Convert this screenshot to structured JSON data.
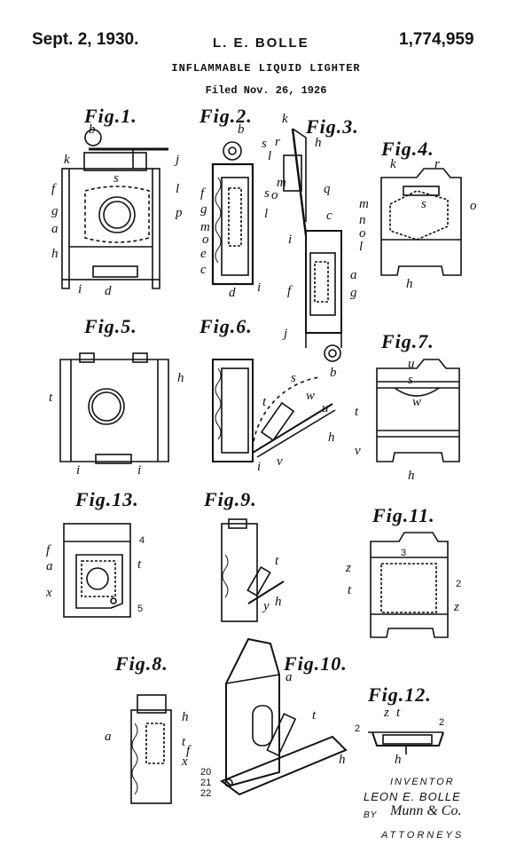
{
  "header": {
    "date": "Sept. 2, 1930.",
    "inventor_header": "L. E. BOLLE",
    "patent_number": "1,774,959",
    "title": "INFLAMMABLE LIQUID LIGHTER",
    "filed": "Filed Nov. 26, 1926"
  },
  "figures": [
    {
      "id": "fig1",
      "label": "Fig.1."
    },
    {
      "id": "fig2",
      "label": "Fig.2."
    },
    {
      "id": "fig3",
      "label": "Fig.3."
    },
    {
      "id": "fig4",
      "label": "Fig.4."
    },
    {
      "id": "fig5",
      "label": "Fig.5."
    },
    {
      "id": "fig6",
      "label": "Fig.6."
    },
    {
      "id": "fig7",
      "label": "Fig.7."
    },
    {
      "id": "fig13",
      "label": "Fig.13."
    },
    {
      "id": "fig9",
      "label": "Fig.9."
    },
    {
      "id": "fig11",
      "label": "Fig.11."
    },
    {
      "id": "fig8",
      "label": "Fig.8."
    },
    {
      "id": "fig10",
      "label": "Fig.10."
    },
    {
      "id": "fig12",
      "label": "Fig.12."
    }
  ],
  "reference_letters": {
    "fig1": [
      "b",
      "k",
      "j",
      "s",
      "f",
      "l",
      "g",
      "p",
      "a",
      "h",
      "i",
      "d"
    ],
    "fig2": [
      "b",
      "f",
      "s",
      "g",
      "l",
      "m",
      "o",
      "e",
      "c",
      "d",
      "i"
    ],
    "fig3": [
      "k",
      "s",
      "r",
      "h",
      "l",
      "m",
      "o",
      "q",
      "c",
      "i",
      "a",
      "f",
      "g",
      "j",
      "b"
    ],
    "fig4": [
      "k",
      "r",
      "m",
      "s",
      "o",
      "n",
      "o",
      "l",
      "h"
    ],
    "fig5": [
      "t",
      "h",
      "i",
      "i"
    ],
    "fig6": [
      "s",
      "w",
      "t",
      "u",
      "h",
      "i",
      "v"
    ],
    "fig7": [
      "u",
      "s",
      "w",
      "t",
      "v",
      "h"
    ],
    "fig13": [
      "f",
      "4",
      "a",
      "t",
      "x",
      "5"
    ],
    "fig9": [
      "t",
      "y",
      "h"
    ],
    "fig11": [
      "3",
      "z",
      "2",
      "t",
      "z"
    ],
    "fig8": [
      "h",
      "a",
      "t",
      "f",
      "x"
    ],
    "fig10": [
      "a",
      "t",
      "h",
      "20",
      "21",
      "22"
    ],
    "fig12": [
      "z",
      "t",
      "2",
      "2",
      "h"
    ]
  },
  "signature": {
    "role": "INVENTOR",
    "name": "LEON E. BOLLE",
    "by": "BY",
    "agent": "Munn & Co.",
    "attorneys": "ATTORNEYS"
  }
}
